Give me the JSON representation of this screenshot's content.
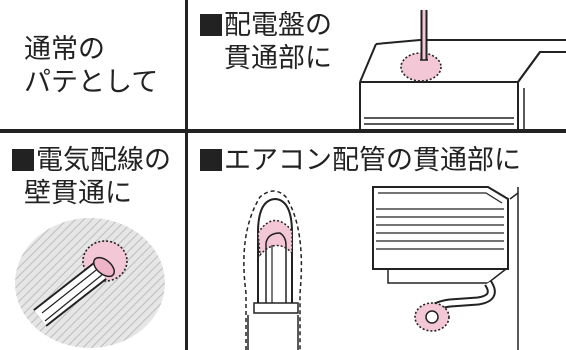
{
  "cells": [
    {
      "id": "putty",
      "lines": [
        "通常の",
        "パテとして"
      ],
      "marker": false
    },
    {
      "id": "panel",
      "lines": [
        "配電盤の",
        "貫通部に"
      ],
      "marker": true
    },
    {
      "id": "wall",
      "lines": [
        "電気配線の",
        "壁貫通に"
      ],
      "marker": true
    },
    {
      "id": "aircon",
      "lines": [
        "エアコン配管の貫通部に"
      ],
      "marker": true
    }
  ],
  "colors": {
    "line": "#222222",
    "accent_pink": "#f4c7d6",
    "hatch": "#bdbdbd"
  }
}
